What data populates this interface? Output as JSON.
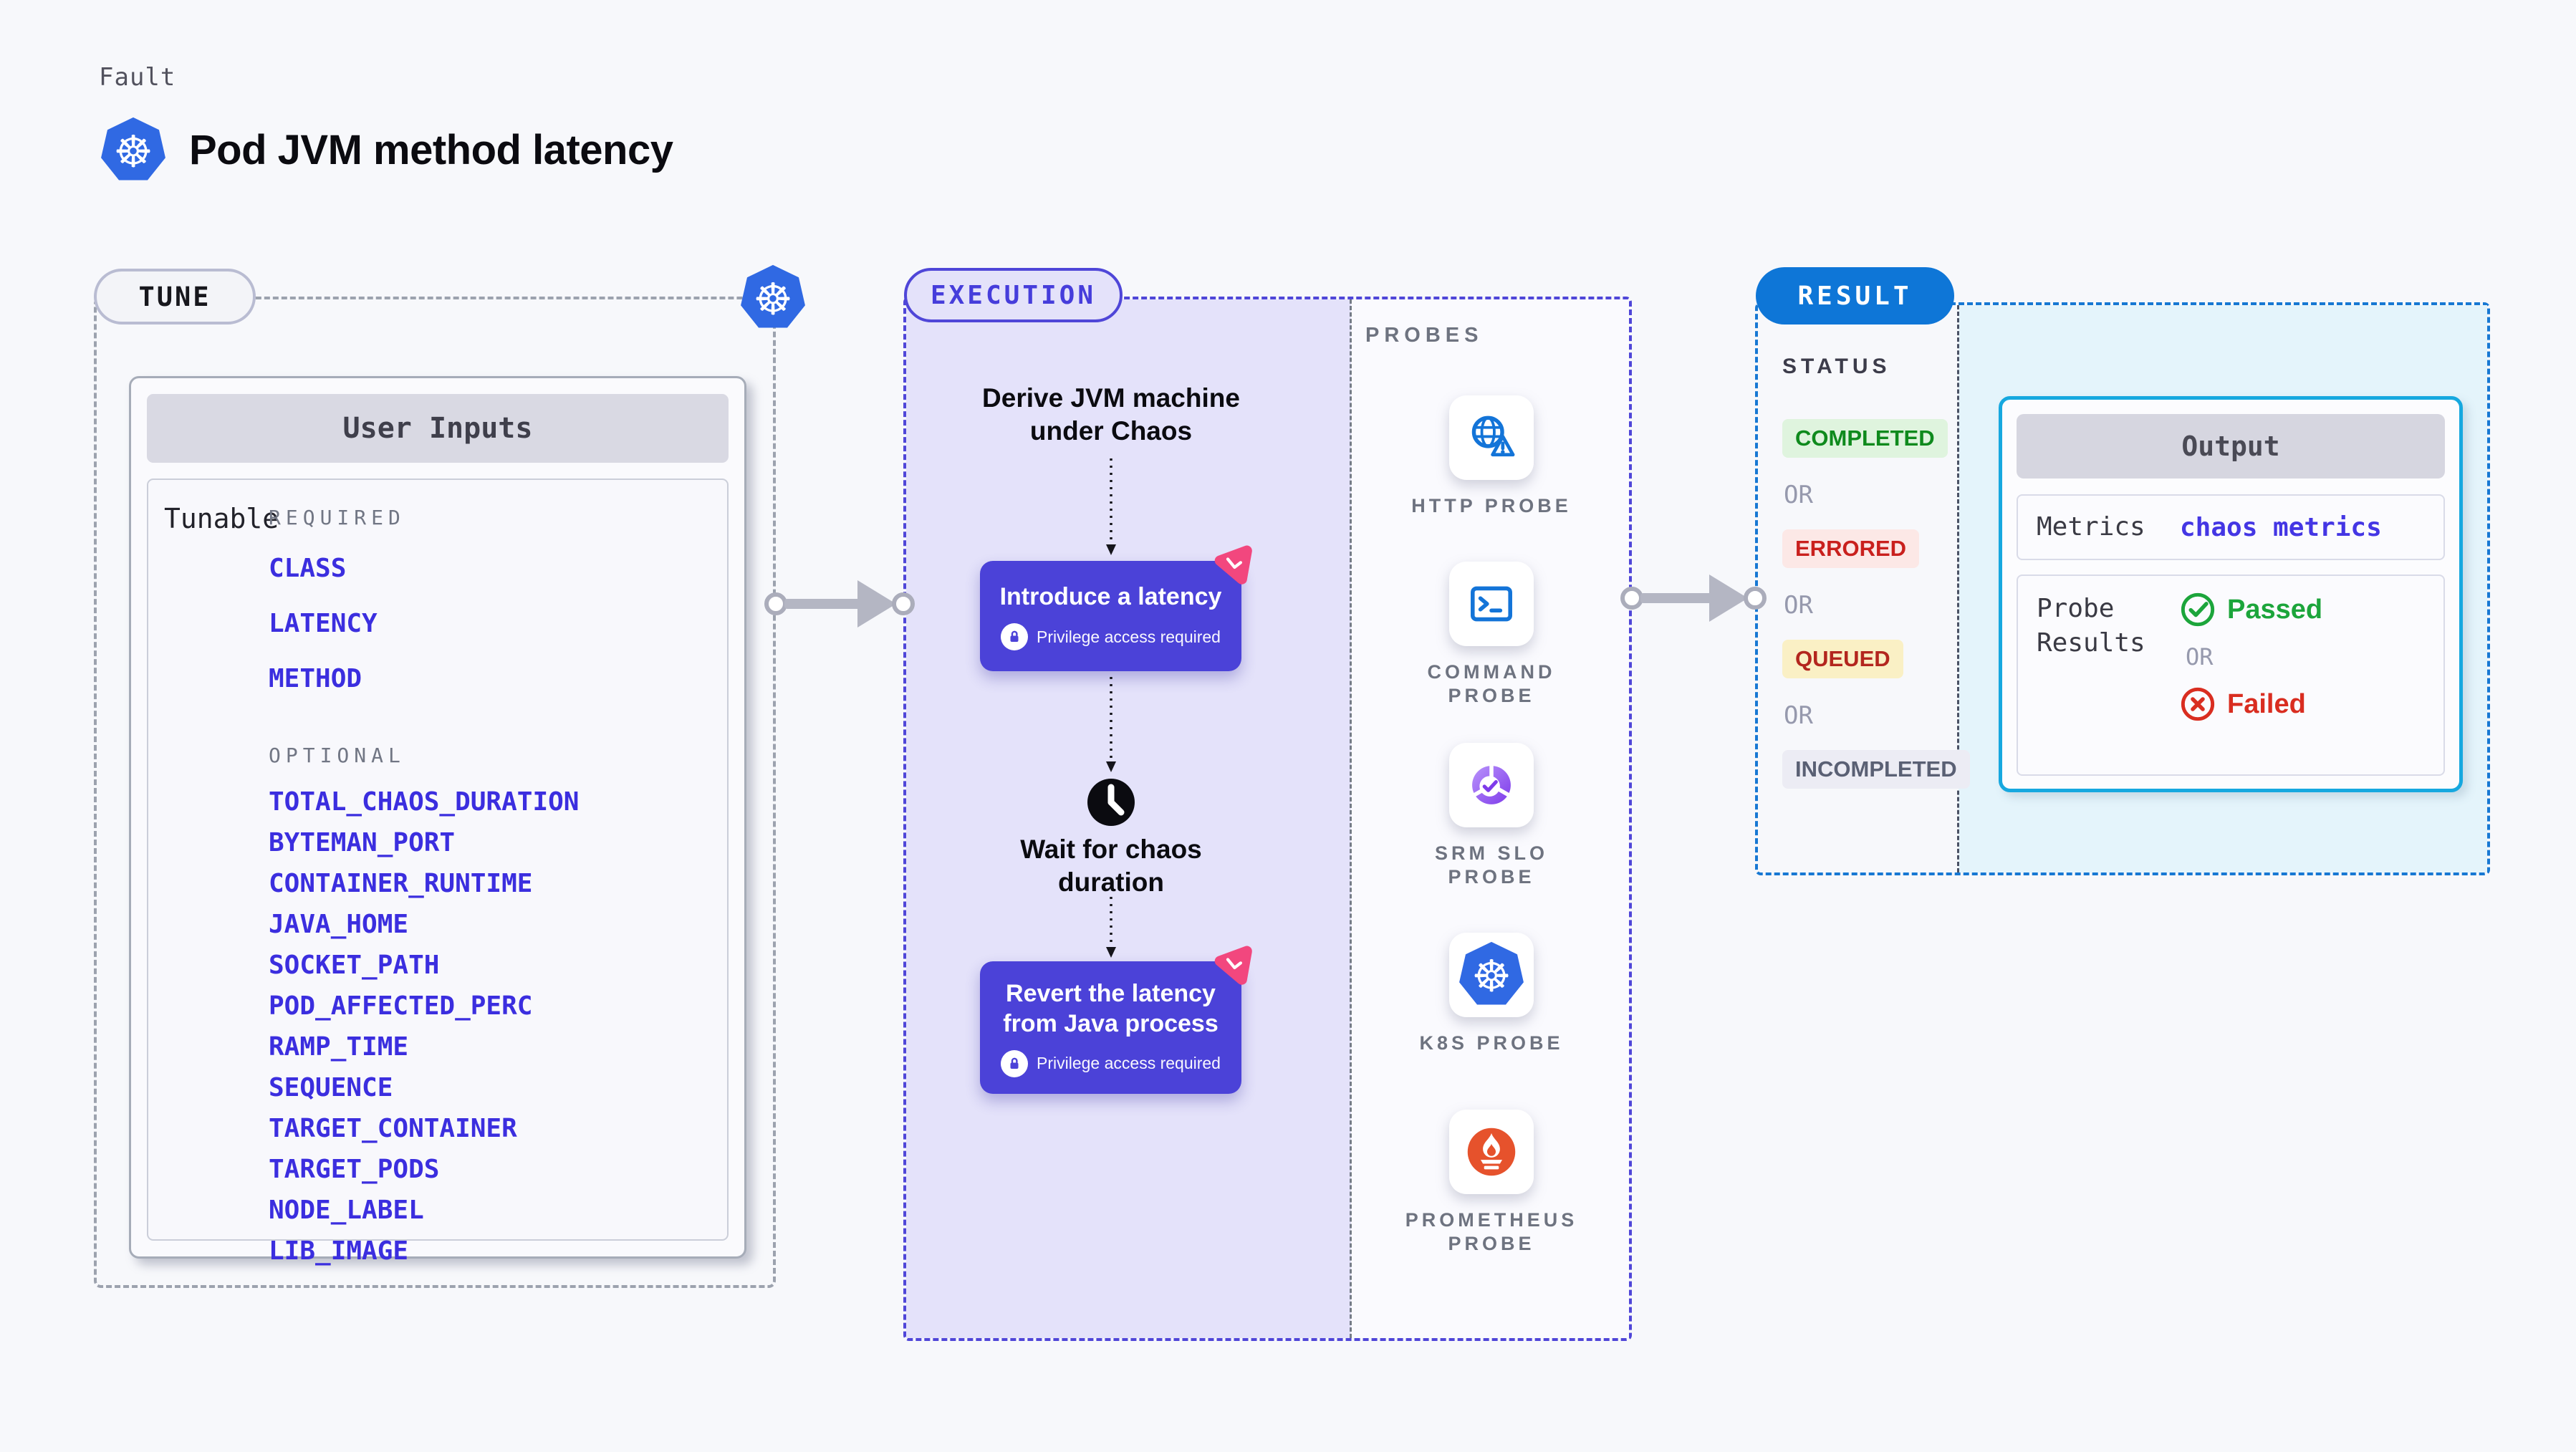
{
  "header": {
    "eyebrow": "Fault",
    "title": "Pod JVM method latency",
    "icon": "kubernetes-logo"
  },
  "tune": {
    "badge": "TUNE",
    "table_title": "User Inputs",
    "row_label": "Tunable",
    "required_label": "REQUIRED",
    "optional_label": "OPTIONAL",
    "required": [
      "CLASS",
      "LATENCY",
      "METHOD"
    ],
    "optional": [
      "TOTAL_CHAOS_DURATION",
      "BYTEMAN_PORT",
      "CONTAINER_RUNTIME",
      "JAVA_HOME",
      "SOCKET_PATH",
      "POD_AFFECTED_PERC",
      "RAMP_TIME",
      "SEQUENCE",
      "TARGET_CONTAINER",
      "TARGET_PODS",
      "NODE_LABEL",
      "LIB_IMAGE"
    ]
  },
  "execution": {
    "badge": "EXECUTION",
    "derive": "Derive JVM machine\nunder Chaos",
    "introduce_title": "Introduce a latency",
    "privilege_note": "Privilege access required",
    "wait": "Wait for chaos\nduration",
    "revert_title": "Revert the latency\nfrom Java process"
  },
  "probes": {
    "label": "PROBES",
    "items": [
      {
        "name": "HTTP PROBE",
        "icon": "globe-alert"
      },
      {
        "name": "COMMAND\nPROBE",
        "icon": "terminal"
      },
      {
        "name": "SRM SLO\nPROBE",
        "icon": "slo-gauge"
      },
      {
        "name": "K8S PROBE",
        "icon": "kubernetes"
      },
      {
        "name": "PROMETHEUS\nPROBE",
        "icon": "prometheus"
      }
    ]
  },
  "result": {
    "badge": "RESULT",
    "status_label": "STATUS",
    "or_label": "OR",
    "statuses": [
      {
        "label": "COMPLETED",
        "bg": "#DFF4DE",
        "color": "#0F8A1D"
      },
      {
        "label": "ERRORED",
        "bg": "#FCE8E6",
        "color": "#C9201D"
      },
      {
        "label": "QUEUED",
        "bg": "#FAF0C5",
        "color": "#B3261E"
      },
      {
        "label": "INCOMPLETED",
        "bg": "#ECECF4",
        "color": "#5A6074"
      }
    ],
    "output": {
      "title": "Output",
      "metrics_label": "Metrics",
      "metrics_value": "chaos metrics",
      "probe_results_label": "Probe\nResults",
      "passed": "Passed",
      "failed": "Failed"
    }
  },
  "colors": {
    "accent_indigo": "#4B42D8",
    "accent_blue": "#0E76D7",
    "accent_cyan": "#16A8DF",
    "item_blue": "#3B2EDF",
    "probe_icon_blue": "#1374D8",
    "prometheus_orange": "#E6522C",
    "litmus_pink": "#F2477E",
    "passed_green": "#1CA53B",
    "failed_red": "#D92D20"
  }
}
